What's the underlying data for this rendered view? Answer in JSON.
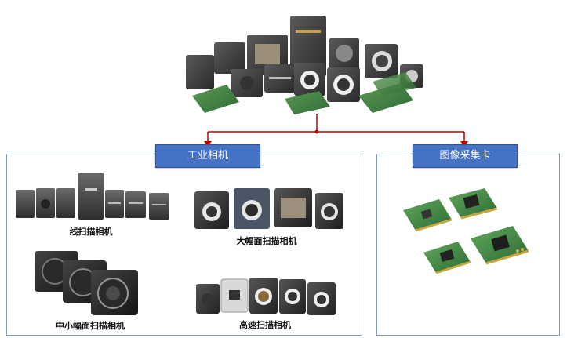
{
  "categories": {
    "left": {
      "label": "工业相机"
    },
    "right": {
      "label": "图像采集卡"
    }
  },
  "products": {
    "line_scan": "线扫描相机",
    "large_area": "大幅面扫描相机",
    "small_medium": "中小幅面扫描相机",
    "high_speed": "高速扫描相机"
  },
  "colors": {
    "connector": "#c00000",
    "tag_fill": "#4472c4",
    "panel_border": "#7f9bb5"
  }
}
